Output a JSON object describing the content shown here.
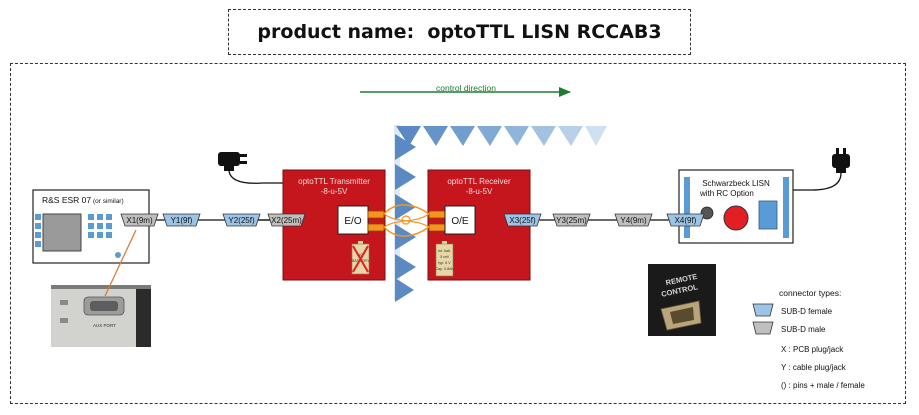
{
  "title": "product name:  optoTTL LISN RCCAB3",
  "control_direction": "control direction",
  "esr": {
    "label_main": "R&S ESR 07",
    "label_note": " (or similar)"
  },
  "aux_port_label": "AUX PORT",
  "transmitter": {
    "title": "optoTTL Transmitter",
    "subtitle": "-8-u-5V",
    "converter": "E/O",
    "battery": [
      "NO",
      "BATTERY"
    ]
  },
  "receiver": {
    "title": "optoTTL Receiver",
    "subtitle": "-8-u-5V",
    "converter": "O/E",
    "battery": [
      "Int. batt.",
      "5 cell",
      "typ. 6 V",
      "Cap. 0.8Ah"
    ]
  },
  "lisn": {
    "title": "Schwarzbeck LISN",
    "subtitle": "with RC Option"
  },
  "remote_photo_label": [
    "REMOTE",
    "CONTROL"
  ],
  "connectors": [
    {
      "label": "X1(9m)",
      "type": "male"
    },
    {
      "label": "Y1(9f)",
      "type": "female"
    },
    {
      "label": "Y2(25f)",
      "type": "female"
    },
    {
      "label": "X2(25m)",
      "type": "male"
    },
    {
      "label": "X3(25f)",
      "type": "female"
    },
    {
      "label": "Y3(25m)",
      "type": "male"
    },
    {
      "label": "Y4(9m)",
      "type": "male"
    },
    {
      "label": "X4(9f)",
      "type": "female"
    }
  ],
  "legend": {
    "title": "connector types:",
    "female": "SUB-D female",
    "male": "SUB-D male",
    "notes": [
      "X : PCB plug/jack",
      "Y : cable plug/jack",
      "() : pins + male / female"
    ]
  },
  "colors": {
    "red_box": "#c4161c",
    "female_fill": "#9dc3e6",
    "male_fill": "#bfbfbf",
    "arrow_green": "#1e7b34",
    "wave_blue": "#5b8ac2"
  }
}
